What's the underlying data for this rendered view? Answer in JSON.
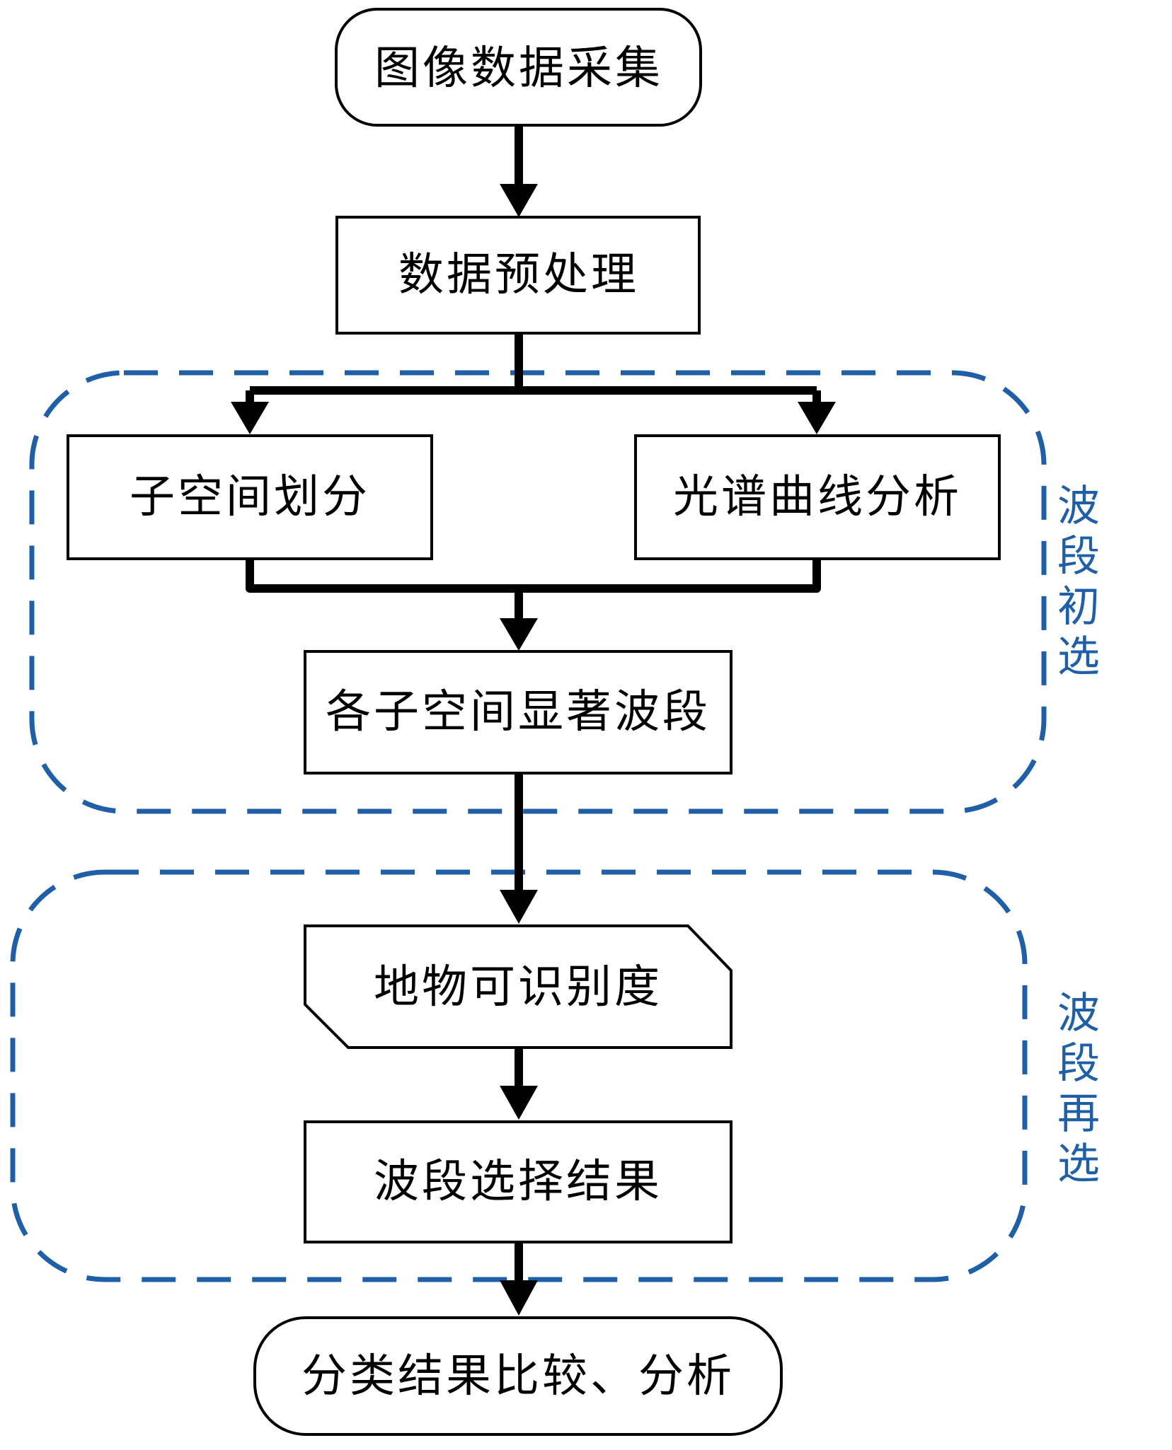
{
  "colors": {
    "stroke": "#000000",
    "group_frame": "#1f5fa8",
    "background": "#ffffff"
  },
  "nodes": {
    "image_acquisition": "图像数据采集",
    "preprocessing": "数据预处理",
    "subspace_partition": "子空间划分",
    "spectral_curve_analysis": "光谱曲线分析",
    "subspace_significant_bands": "各子空间显著波段",
    "object_separability": "地物可识别度",
    "band_selection_result": "波段选择结果",
    "classification_comparison": "分类结果比较、分析"
  },
  "groups": {
    "initial_selection": [
      "波",
      "段",
      "初",
      "选"
    ],
    "reselection": [
      "波",
      "段",
      "再",
      "选"
    ]
  }
}
